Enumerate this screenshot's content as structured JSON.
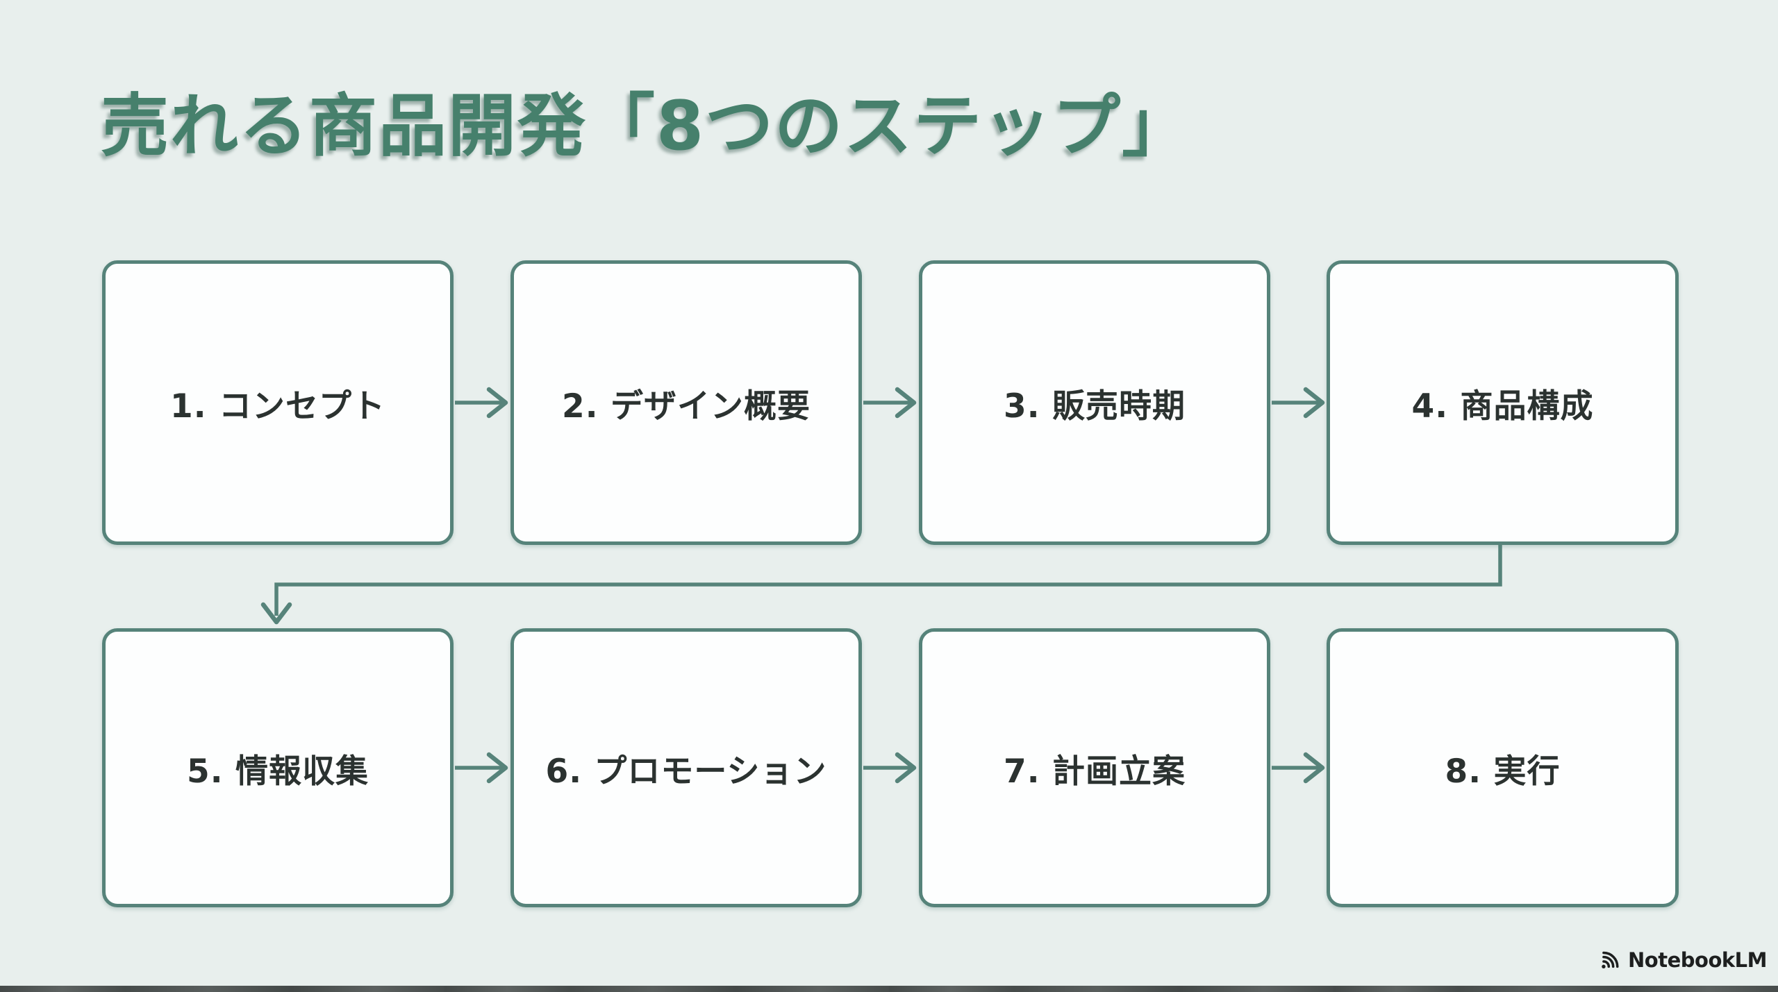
{
  "theme": {
    "bg": "#e8efed",
    "title-color": "#46806c",
    "line-color": "#56837a",
    "box-fill": "#fdfefe",
    "box-text": "#2b3230",
    "logo-color": "#1d1f1f",
    "artifact-color": "#3a3f3e"
  },
  "title": {
    "text": "売れる商品開発「8つのステップ」"
  },
  "flow": {
    "steps": [
      {
        "label": "1. コンセプト"
      },
      {
        "label": "2. デザイン概要"
      },
      {
        "label": "3. 販売時期"
      },
      {
        "label": "4. 商品構成"
      },
      {
        "label": "5. 情報収集"
      },
      {
        "label": "6. プロモーション"
      },
      {
        "label": "7. 計画立案"
      },
      {
        "label": "8. 実行"
      }
    ],
    "connections": "1→2→3→4→5→6→7→8"
  },
  "branding": {
    "logo_text": "NotebookLM",
    "logo_icon": "notebooklm-waves-icon"
  }
}
